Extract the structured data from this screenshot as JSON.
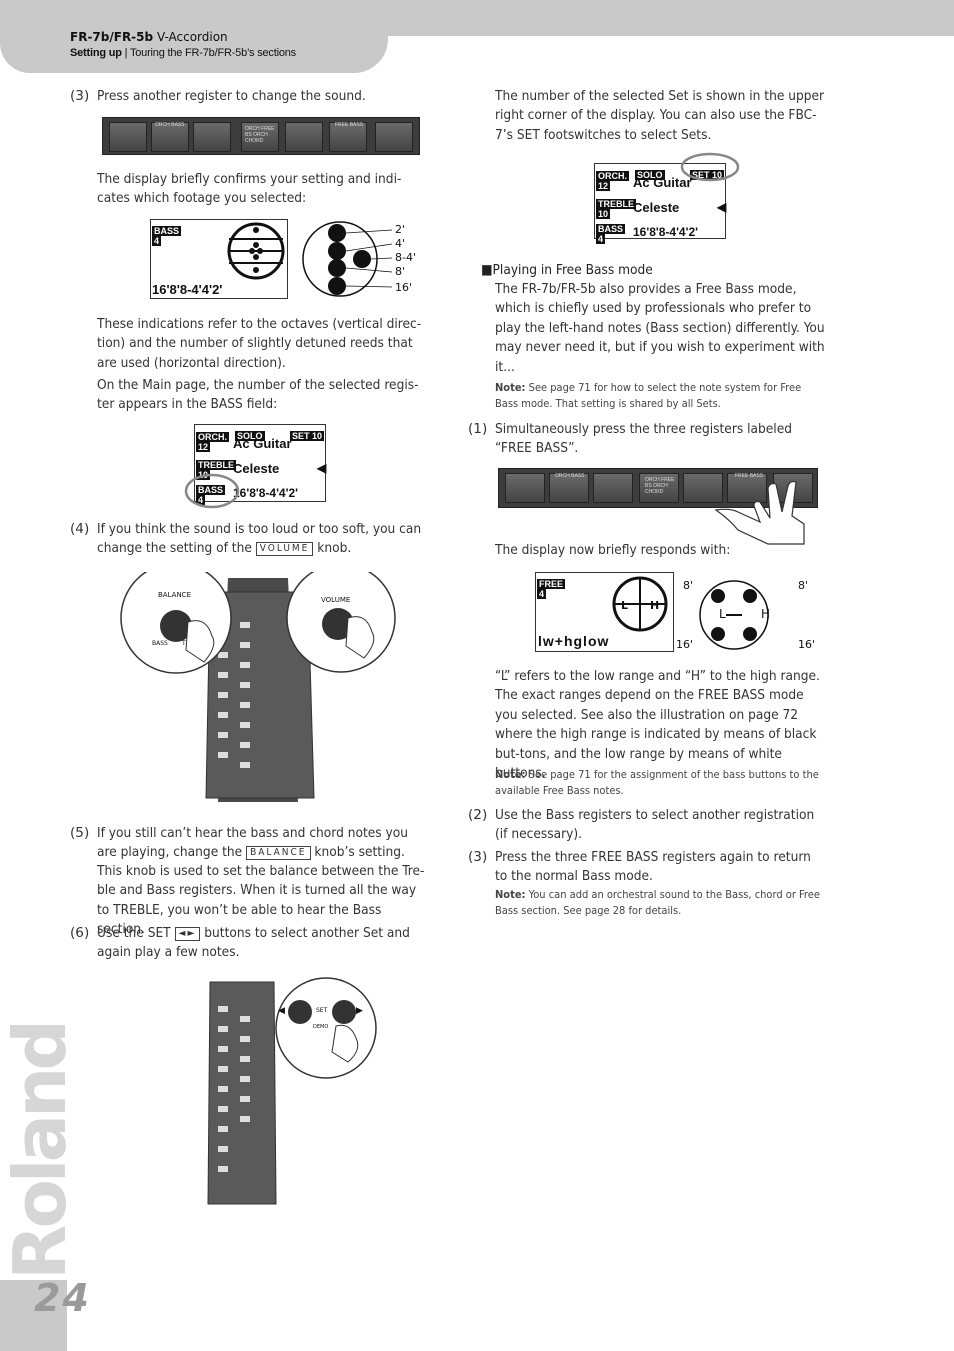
{
  "header": {
    "model": "FR-7b/FR-5b",
    "model_suffix": "V-Accordion",
    "section": "Setting up",
    "section_sub": "Touring the FR-7b/FR-5b’s sections"
  },
  "brand": "Roland",
  "page_number": "24",
  "left": {
    "step3_num": "(3)",
    "step3_text": "Press another register to change the sound.",
    "confirm_text": "The display briefly confirms your setting and indi-cates which footage you selected:",
    "octaves_text": "These indications refer to the octaves (vertical direc-tion) and the number of slightly detuned reeds that are used (horizontal direction).",
    "mainpage_text": "On the Main page, the number of the selected regis-ter appears in the BASS field:",
    "step4_num": "(4)",
    "step4_text_a": "If you think the sound is too loud or too soft, you can change the setting of the",
    "step4_key": "VOLUME",
    "step4_text_b": "knob.",
    "step5_num": "(5)",
    "step5_text_a": "If you still can’t hear the bass and chord notes you are playing, change the",
    "step5_key": "BALANCE",
    "step5_text_b": "knob’s setting.",
    "step5_detail": "This knob is used to set the balance between the Tre-ble and Bass registers. When it is turned all the way to TREBLE, you won’t be able to hear the Bass section.",
    "step6_num": "(6)",
    "step6_text_a": "Use the SET",
    "step6_keys": "◄►",
    "step6_text_b": "buttons to select another Set and again play a few notes."
  },
  "right": {
    "set_text": "The number of the selected Set is shown in the upper right corner of the display. You can also use the FBC-7’s SET footswitches to select Sets.",
    "freebass_heading": "■Playing in Free Bass mode",
    "freebass_text": "The FR-7b/FR-5b also provides a Free Bass mode, which is chiefly used by professionals who prefer to play the left-hand notes (Bass section) differently. You may never need it, but if you wish to experiment with it...",
    "note_label": "Note:",
    "note1": "See page 71 for how to select the note system for Free Bass mode. That setting is shared by all Sets.",
    "s1_num": "(1)",
    "s1_text": "Simultaneously press the three registers labeled “FREE BASS”.",
    "responds_text": "The display now briefly responds with:",
    "lh_text": "“L” refers to the low range and “H” to the high range. The exact ranges depend on the FREE BASS mode you selected. See also the illustration on page 72 where the high range is indicated by means of black but-tons, and the low range by means of white buttons.",
    "note2": "See page 71 for the assignment of the bass buttons to the available Free Bass notes.",
    "s2_num": "(2)",
    "s2_text": "Use the Bass registers to select another registration (if necessary).",
    "s3_num": "(3)",
    "s3_text": "Press the three FREE BASS registers again to return to the normal Bass mode.",
    "note3": "You can add an orchestral sound to the Bass, chord or Free Bass section. See page 28 for details."
  },
  "lcd_main": {
    "orch": "ORCH.",
    "orch_num": "12",
    "solo": "SOLO",
    "set": "SET 10",
    "orch_voice": "Ac Guitar",
    "treble": "TREBLE",
    "treble_num": "10",
    "treble_voice": "Celeste",
    "bass": "BASS",
    "bass_num": "4",
    "footage": "16'8'8-4'4'2'"
  },
  "lcd_bass": {
    "bass": "BASS",
    "bass_num": "4",
    "footage": "16'8'8-4'4'2'",
    "labels": [
      "2'",
      "4'",
      "8-4'",
      "8'",
      "16'"
    ]
  },
  "lcd_free": {
    "free": "FREE",
    "free_num": "4",
    "footage": "lw+hglow",
    "l": "L",
    "h": "H",
    "labels": [
      "8'",
      "8'",
      "16'",
      "16'"
    ]
  },
  "registers": {
    "orch_bass": "ORCH BASS",
    "orch_free": "ORCH FREE BS ORCH CHORD",
    "free_bass": "FREE BASS"
  },
  "knobs": {
    "balance": "BALANCE",
    "bass": "BASS",
    "treble_t": "T",
    "volume": "VOLUME",
    "set": "SET",
    "demo": "DEMO"
  }
}
